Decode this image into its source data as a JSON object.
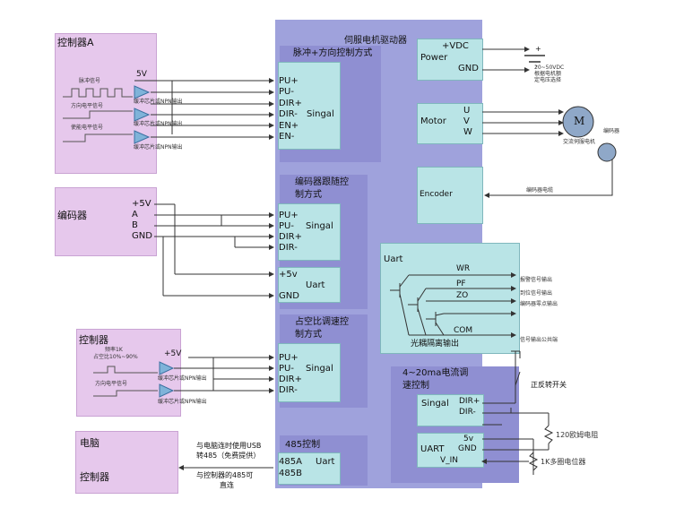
{
  "driver": {
    "title": "伺服电机驱动器"
  },
  "left": {
    "controller_a": {
      "title": "控制器A",
      "v5": "5V",
      "pulse": "脉冲信号",
      "dir_level": "方向电平信号",
      "enable": "使能电平信号",
      "buffer1": "缓冲芯片或NPN输出",
      "buffer2": "缓冲芯片或NPN输出",
      "buffer3": "缓冲芯片或NPN输出"
    },
    "encoder": {
      "title": "编码器",
      "p5": "+5V",
      "a": "A",
      "b": "B",
      "gnd": "GND"
    },
    "controller": {
      "title": "控制器",
      "freq": "频率1K",
      "duty": "占空比10%~90%",
      "p5": "+5V",
      "dir_level": "方向电平信号",
      "buffer1": "缓冲芯片或NPN输出",
      "buffer2": "缓冲芯片或NPN输出"
    },
    "pc": {
      "label1": "电脑",
      "label2": "控制器"
    },
    "usb_note1": "与电脑连时使用USB",
    "usb_note2": "转485（免费提供）",
    "direct_note1": "与控制器的485可",
    "direct_note2": "直连"
  },
  "sections": {
    "pulse_dir": {
      "title": "脉冲+方向控制方式",
      "pins": [
        "PU+",
        "PU-",
        "DIR+",
        "DIR-",
        "EN+",
        "EN-"
      ],
      "side": "Singal"
    },
    "encoder_follow": {
      "title1": "编码器跟随控",
      "title2": "制方式",
      "pins": [
        "PU+",
        "PU-",
        "DIR+",
        "DIR-"
      ],
      "side": "Singal",
      "p5v": "+5v",
      "uart": "Uart",
      "gnd": "GND"
    },
    "duty_speed": {
      "title1": "占空比调速控",
      "title2": "制方式",
      "pins": [
        "PU+",
        "PU-",
        "DIR+",
        "DIR-"
      ],
      "side": "Singal"
    },
    "rs485": {
      "title": "485控制",
      "a": "485A",
      "b": "485B",
      "uart": "Uart"
    }
  },
  "power": {
    "label": "Power",
    "vdc": "+VDC",
    "gnd": "GND",
    "plus": "+",
    "minus": "-",
    "note1": "20~50VDC",
    "note2": "根据电机额",
    "note3": "定电压选择"
  },
  "motor": {
    "label": "Motor",
    "u": "U",
    "v": "V",
    "w": "W",
    "m": "M",
    "motor_note": "交流伺服电机",
    "encoder_note": "编码器"
  },
  "encoder_port": {
    "label": "Encoder",
    "cable": "编码器电缆"
  },
  "uart_out": {
    "label": "Uart",
    "wr": "WR",
    "pf": "PF",
    "zo": "ZO",
    "com": "COM",
    "iso": "光耦隔离输出",
    "alarm": "报警信号输出",
    "pos": "到位信号输出",
    "zero": "编码器零点输出",
    "common": "信号输出公共端"
  },
  "analog": {
    "title1": "4~20ma电流调",
    "title2": "速控制",
    "singal": "Singal",
    "dir_p": "DIR+",
    "dir_m": "DIR-",
    "uart": "UART",
    "v5": "5v",
    "gnd": "GND",
    "vin": "V_IN",
    "switch": "正反转开关",
    "r120": "120欧姆电阻",
    "pot": "1K多圈电位器"
  }
}
